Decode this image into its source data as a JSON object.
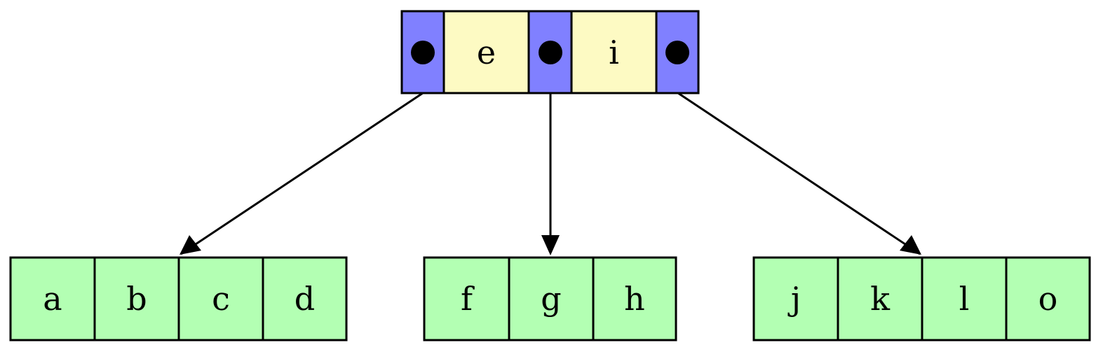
{
  "colors": {
    "pointer_cell": "#8080ff",
    "key_cell": "#fdfac3",
    "leaf_cell": "#b3ffb3",
    "stroke": "#000000"
  },
  "root": {
    "keys": [
      "e",
      "i"
    ],
    "pointers": 3
  },
  "children": [
    {
      "keys": [
        "a",
        "b",
        "c",
        "d"
      ]
    },
    {
      "keys": [
        "f",
        "g",
        "h"
      ]
    },
    {
      "keys": [
        "j",
        "k",
        "l",
        "o"
      ]
    }
  ]
}
